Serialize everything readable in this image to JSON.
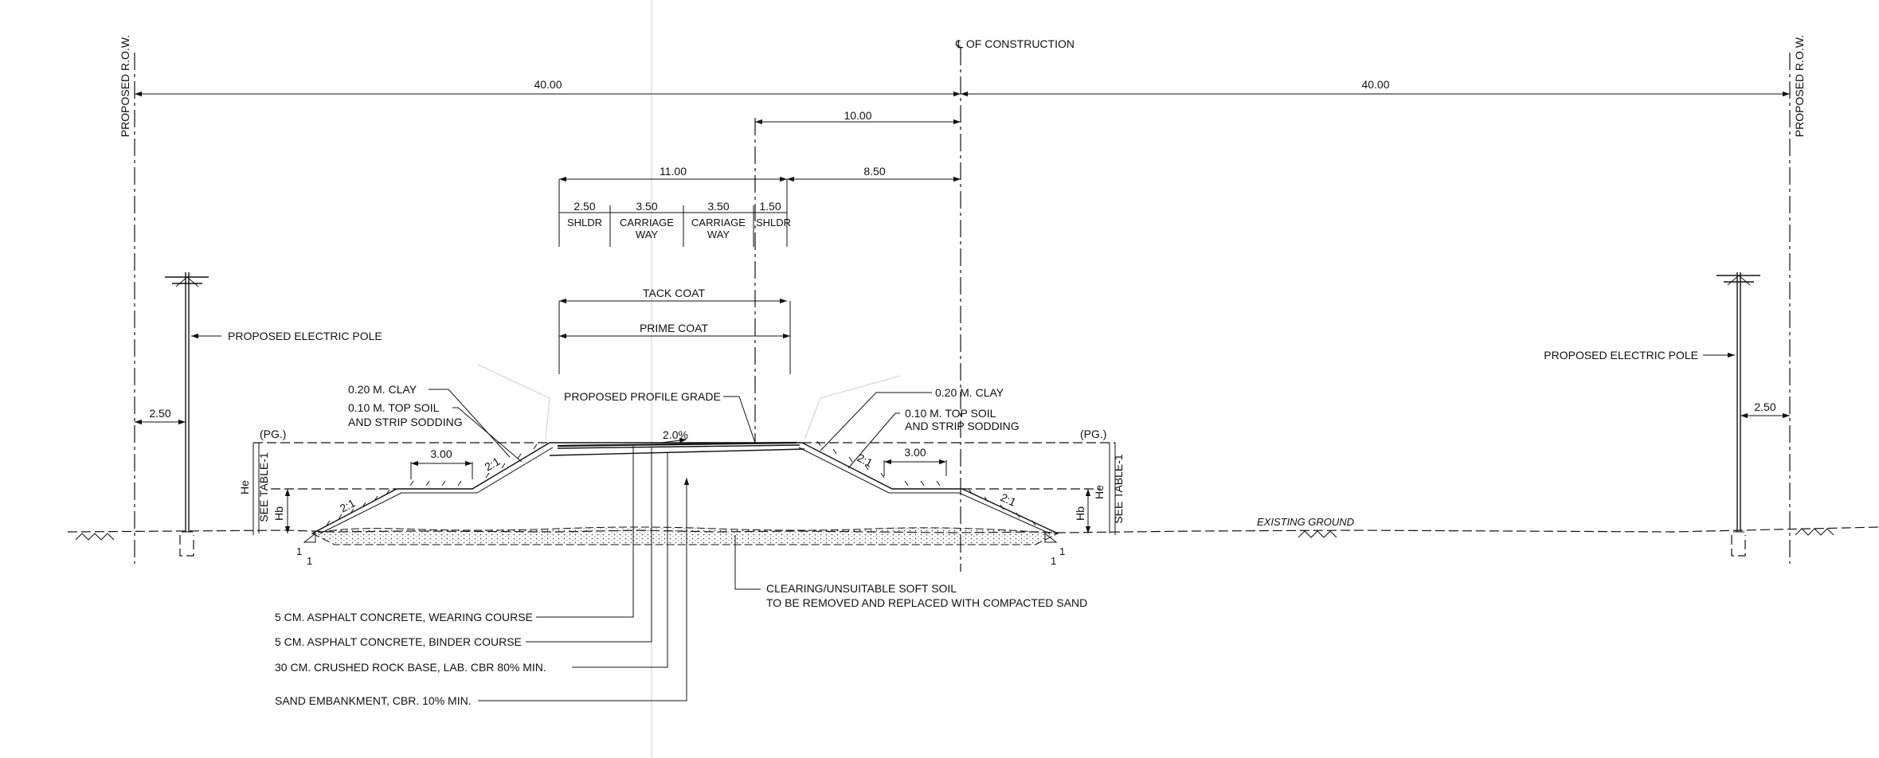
{
  "drawing": {
    "centerline_label": "℄ OF CONSTRUCTION",
    "row_label": "PROPOSED R.O.W.",
    "dim_40_left": "40.00",
    "dim_40_right": "40.00",
    "dim_10": "10.00",
    "dim_11": "11.00",
    "dim_850": "8.50",
    "lane": {
      "shldr_left_dim": "2.50",
      "shldr_left_label": "SHLDR",
      "cw1_dim": "3.50",
      "cw1_label_1": "CARRIAGE",
      "cw1_label_2": "WAY",
      "cw2_dim": "3.50",
      "cw2_label_1": "CARRIAGE",
      "cw2_label_2": "WAY",
      "shldr_right_dim": "1.50",
      "shldr_right_label": "SHLDR"
    },
    "tack_coat": "TACK COAT",
    "prime_coat": "PRIME COAT",
    "electric_pole_left": "PROPOSED ELECTRIC POLE",
    "electric_pole_right": "PROPOSED ELECTRIC POLE",
    "pole_offset_left": "2.50",
    "pole_offset_right": "2.50",
    "clay_left": "0.20 M. CLAY",
    "topsoil_left_1": "0.10 M. TOP SOIL",
    "topsoil_left_2": "AND STRIP SODDING",
    "clay_right": "0.20 M. CLAY",
    "topsoil_right_1": "0.10 M. TOP SOIL",
    "topsoil_right_2": "AND STRIP SODDING",
    "profile_grade": "PROPOSED PROFILE GRADE",
    "crossfall": "2.0%",
    "pg_left": "(PG.)",
    "pg_right": "(PG.)",
    "berm_left": "3.00",
    "berm_right": "3.00",
    "slope_upper_left": "2:1",
    "slope_lower_left": "2:1",
    "slope_upper_right": "2:1",
    "slope_lower_right": "2:1",
    "he_left": "He",
    "hb_left": "Hb",
    "he_right": "He",
    "hb_right": "Hb",
    "see_table_left": "SEE TABLE-1",
    "see_table_right": "SEE TABLE-1",
    "existing_ground": "EXISTING GROUND",
    "toe_left_1": "1",
    "toe_left_2": "1",
    "toe_right_1": "1",
    "toe_right_2": "1",
    "clearing_1": "CLEARING/UNSUITABLE SOFT SOIL",
    "clearing_2": "TO BE REMOVED AND REPLACED WITH COMPACTED SAND",
    "note_wearing": "5 CM. ASPHALT CONCRETE, WEARING COURSE",
    "note_binder": "5 CM. ASPHALT CONCRETE, BINDER COURSE",
    "note_base": "30 CM. CRUSHED ROCK BASE, LAB. CBR 80% MIN.",
    "note_sand": "SAND EMBANKMENT, CBR. 10% MIN."
  }
}
